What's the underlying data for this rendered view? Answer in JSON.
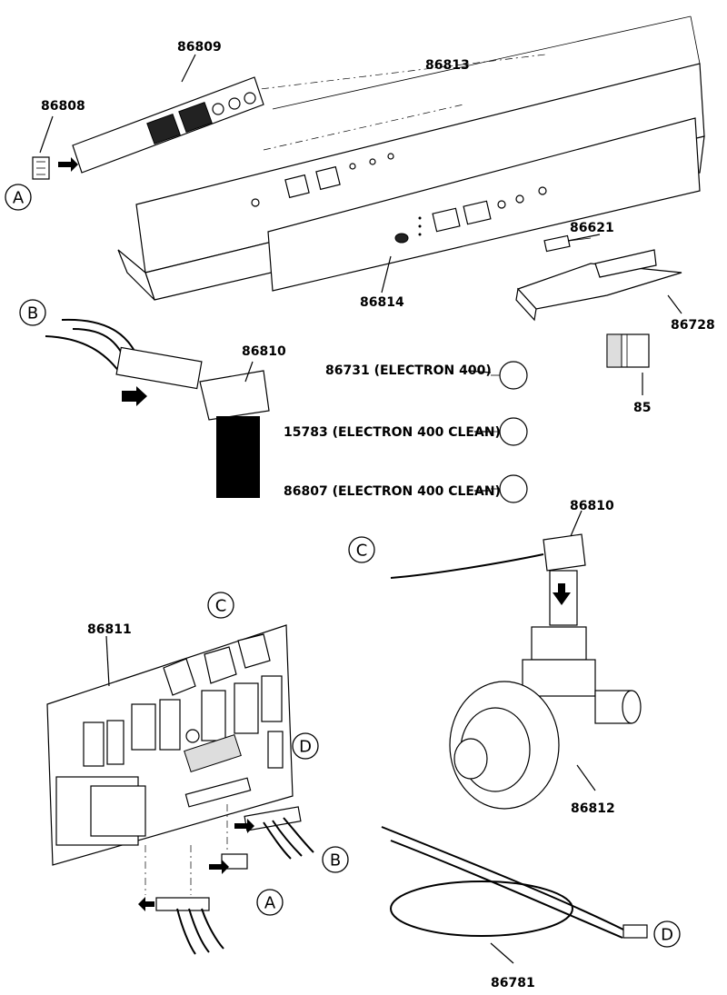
{
  "parts": {
    "p86808": "86808",
    "p86809": "86809",
    "p86813": "86813",
    "p86814": "86814",
    "p86621": "86621",
    "p86728": "86728",
    "p85": "85",
    "p86810_top": "86810",
    "p86731": "86731 (ELECTRON 400)",
    "p15783": "15783 (ELECTRON 400 CLEAN)",
    "p86807": "86807 (ELECTRON 400 CLEAN)",
    "p86810_right": "86810",
    "p86811": "86811",
    "p86812": "86812",
    "p86781": "86781"
  },
  "callouts": {
    "a_top": "A",
    "b_top": "B",
    "c_right": "C",
    "c_board": "C",
    "d_board": "D",
    "b_bottom": "B",
    "a_bottom": "A",
    "d_bottom": "D"
  }
}
